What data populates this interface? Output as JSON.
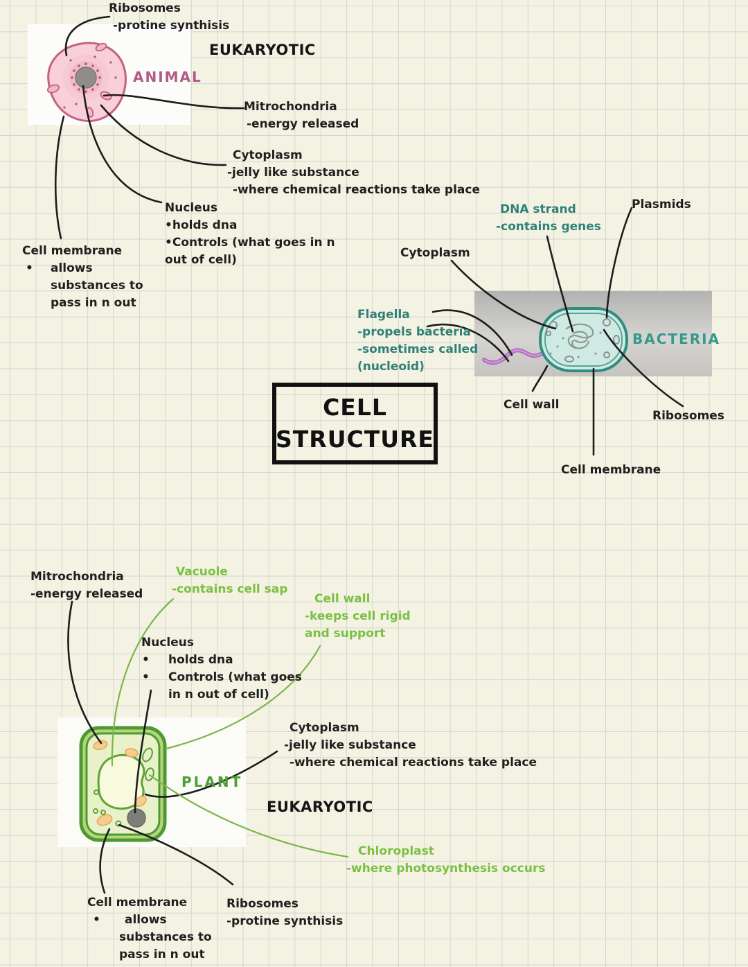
{
  "title": {
    "line1": "CELL",
    "line2": "STRUCTURE"
  },
  "animal": {
    "heading": "EUKARYOTIC",
    "caption": "ANIMAL",
    "ribosomes": {
      "l1": "Ribosomes",
      "l2": "-protine synthisis"
    },
    "mitochondria": {
      "l1": "Mitrochondria",
      "l2": "-energy released"
    },
    "cytoplasm": {
      "l1": "Cytoplasm",
      "l2": "-jelly like substance",
      "l3": "-where chemical reactions take place"
    },
    "nucleus": {
      "l1": "Nucleus",
      "l2": "•holds dna",
      "l3": "•Controls (what goes in n",
      "l4": "out of cell)"
    },
    "cell_membrane": {
      "l1": "Cell membrane",
      "bullet": "•",
      "l2": "allows",
      "l3": "substances to",
      "l4": "pass in n out"
    }
  },
  "bacteria": {
    "caption": "BACTERIA",
    "dna_strand": {
      "l1": "DNA strand",
      "l2": "-contains genes"
    },
    "plasmids": {
      "l1": "Plasmids"
    },
    "cytoplasm": {
      "l1": "Cytoplasm"
    },
    "flagella": {
      "l1": "Flagella",
      "l2": "-propels bacteria",
      "l3": "-sometimes called",
      "l4": "(nucleoid)"
    },
    "cell_wall": {
      "l1": "Cell wall"
    },
    "cell_membrane": {
      "l1": "Cell membrane"
    },
    "ribosomes": {
      "l1": "Ribosomes"
    }
  },
  "plant": {
    "heading": "EUKARYOTIC",
    "caption": "PLANT",
    "mitochondria": {
      "l1": "Mitrochondria",
      "l2": "-energy released"
    },
    "vacuole": {
      "l1": "Vacuole",
      "l2": "-contains cell sap"
    },
    "cell_wall": {
      "l1": "Cell wall",
      "l2": "-keeps cell rigid",
      "l3": "and support"
    },
    "nucleus": {
      "l1": "Nucleus",
      "b1": "•",
      "t1": "holds dna",
      "b2": "•",
      "t2": "Controls (what goes",
      "l3": "in n out of cell)"
    },
    "cytoplasm": {
      "l1": "Cytoplasm",
      "l2": "-jelly like substance",
      "l3": "-where chemical reactions take place"
    },
    "chloroplast": {
      "l1": "Chloroplast",
      "l2": "-where photosynthesis occurs"
    },
    "cell_membrane": {
      "l1": "Cell membrane",
      "bullet": "•",
      "l2": "allows",
      "l3": "substances to",
      "l4": "pass in n out"
    },
    "ribosomes": {
      "l1": "Ribosomes",
      "l2": "-protine synthisis"
    }
  },
  "colors": {
    "ink_black": "#1f1f1f",
    "ink_teal": "#2f8078",
    "ink_green": "#7bbf43",
    "animal_pink": "#b25a88",
    "bacteria_teal": "#37998b",
    "plant_green": "#4c9e34",
    "paper": "#f4f3e3"
  }
}
